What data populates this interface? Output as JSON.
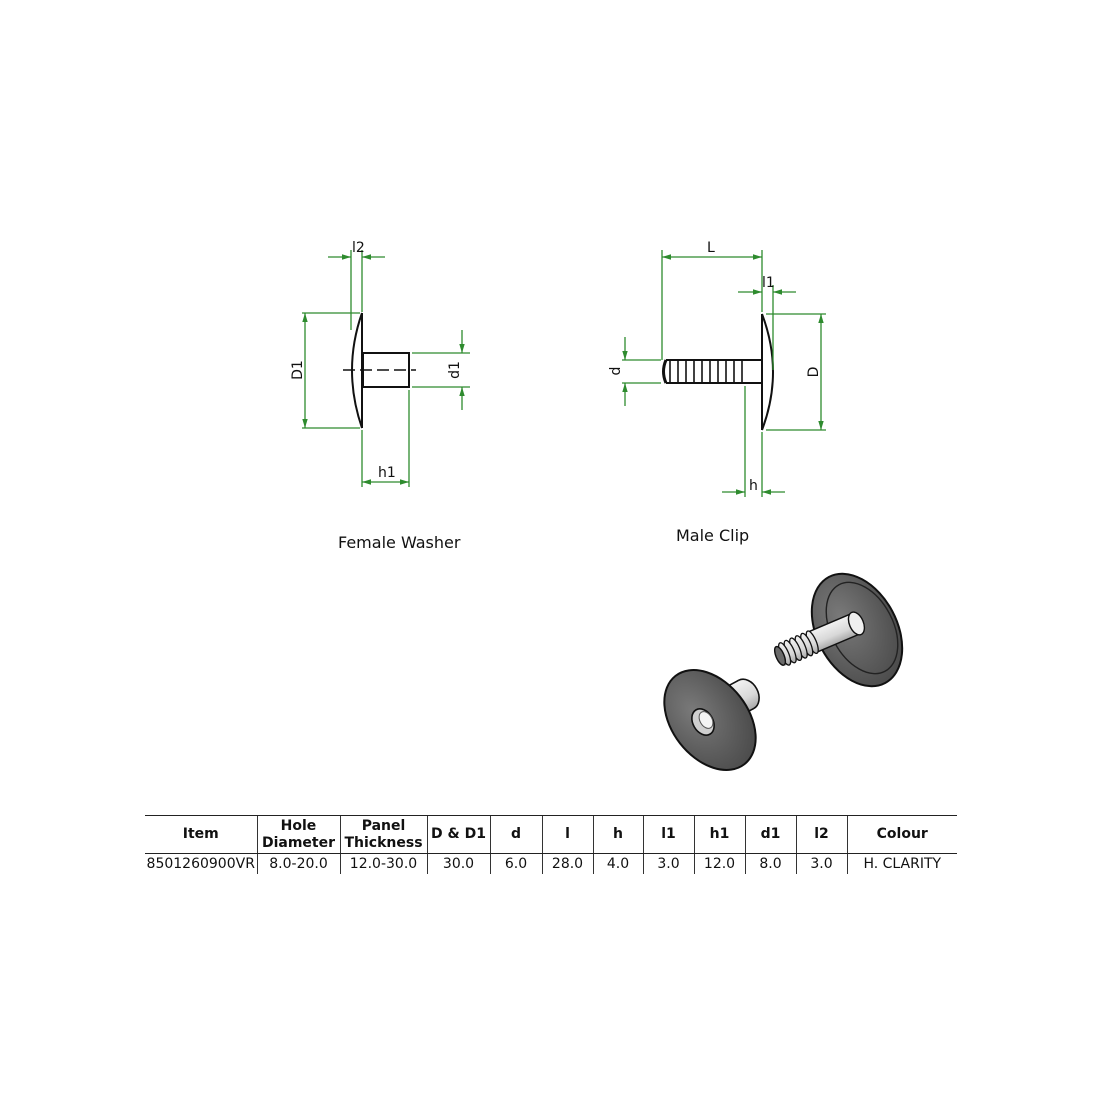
{
  "colors": {
    "dimension_line": "#2e8b2e",
    "outline": "#111111",
    "part_fill": "#5a5a5a",
    "part_highlight": "#e6e6e6"
  },
  "drawings": {
    "female_washer": {
      "caption": "Female Washer",
      "labels": {
        "l2": "l2",
        "D1": "D1",
        "d1": "d1",
        "h1": "h1"
      }
    },
    "male_clip": {
      "caption": "Male Clip",
      "labels": {
        "L": "L",
        "l1": "l1",
        "D": "D",
        "d": "d",
        "h": "h"
      }
    }
  },
  "render_3d": {
    "parts": [
      "female-washer-render",
      "male-clip-render"
    ]
  },
  "table": {
    "headers": [
      [
        "Item"
      ],
      [
        "Hole",
        "Diameter"
      ],
      [
        "Panel",
        "Thickness"
      ],
      [
        "D & D1"
      ],
      [
        "d"
      ],
      [
        "l"
      ],
      [
        "h"
      ],
      [
        "l1"
      ],
      [
        "h1"
      ],
      [
        "d1"
      ],
      [
        "l2"
      ],
      [
        "Colour"
      ]
    ],
    "rows": [
      [
        "8501260900VR",
        "8.0-20.0",
        "12.0-30.0",
        "30.0",
        "6.0",
        "28.0",
        "4.0",
        "3.0",
        "12.0",
        "8.0",
        "3.0",
        "H. CLARITY"
      ]
    ]
  }
}
